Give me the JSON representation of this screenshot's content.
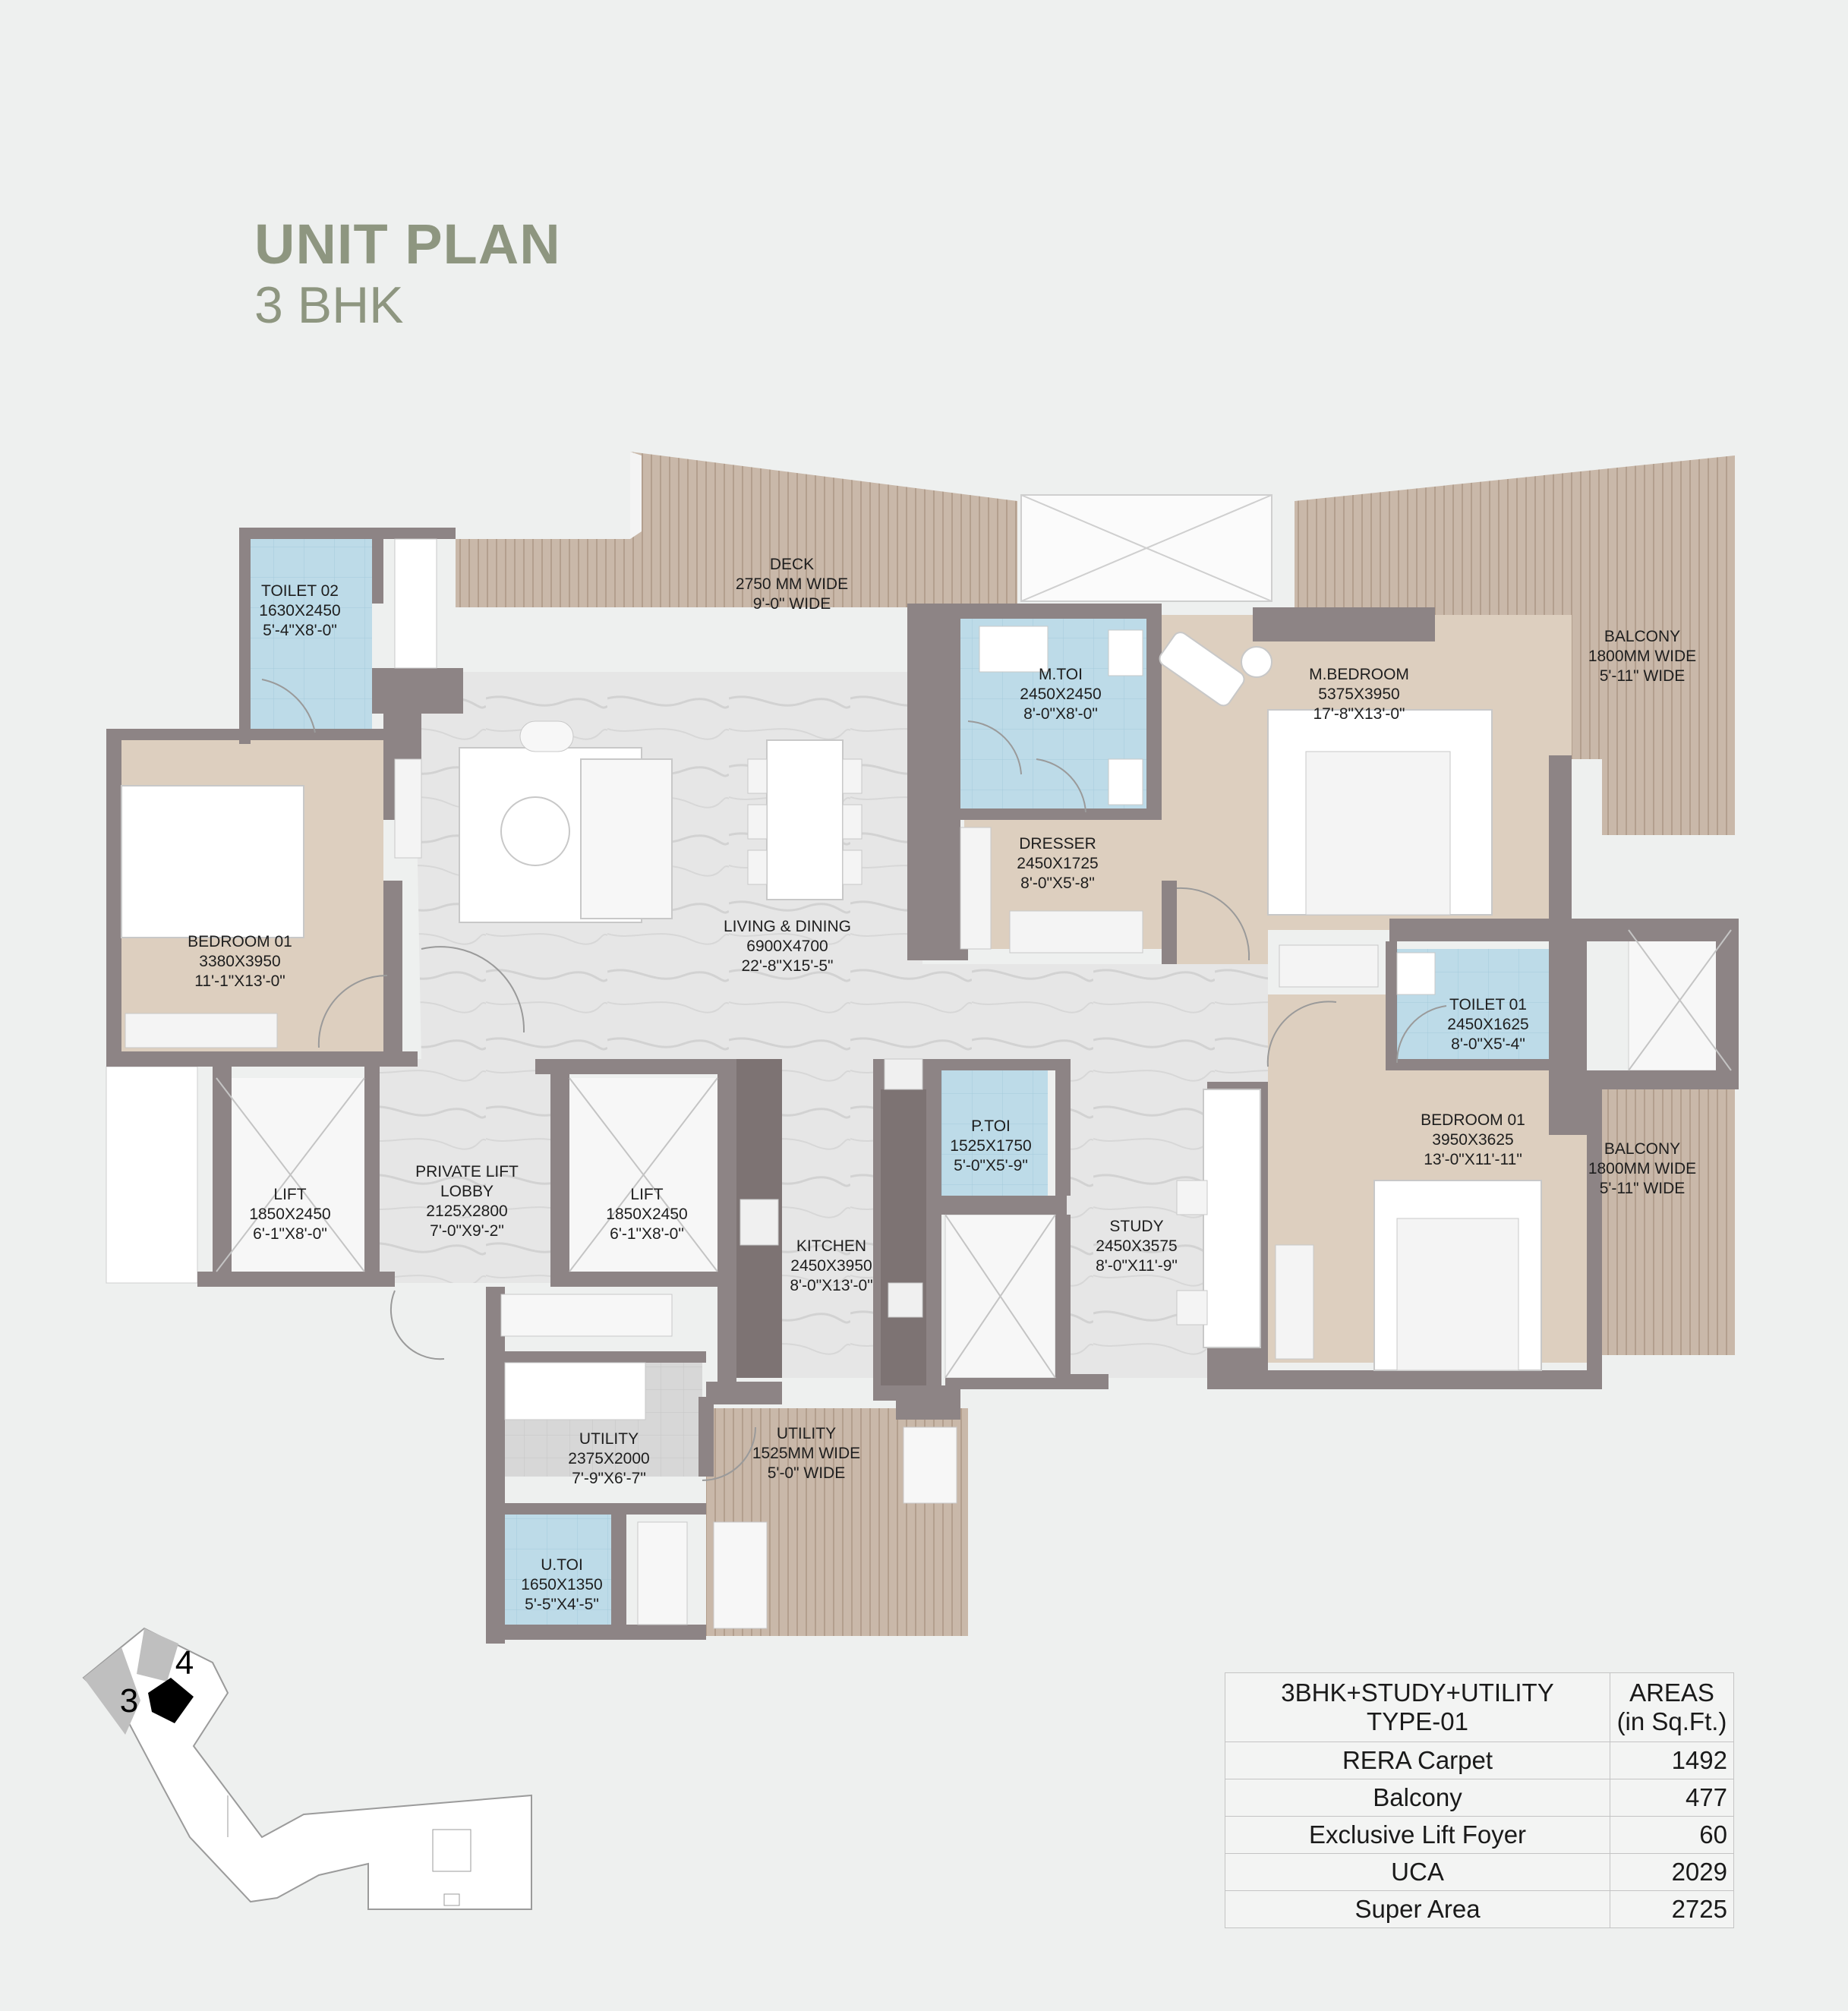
{
  "header": {
    "title": "UNIT PLAN",
    "subtitle": "3 BHK"
  },
  "rooms": {
    "toilet02": [
      "TOILET 02",
      "1630X2450",
      "5'-4\"X8'-0\""
    ],
    "deck": [
      "DECK",
      "2750 MM WIDE",
      "9'-0\" WIDE"
    ],
    "mtoi": [
      "M.TOI",
      "2450X2450",
      "8'-0\"X8'-0\""
    ],
    "mbedroom": [
      "M.BEDROOM",
      "5375X3950",
      "17'-8\"X13'-0\""
    ],
    "balcony_top": [
      "BALCONY",
      "1800MM WIDE",
      "5'-11\" WIDE"
    ],
    "dresser": [
      "DRESSER",
      "2450X1725",
      "8'-0\"X5'-8\""
    ],
    "living": [
      "LIVING & DINING",
      "6900X4700",
      "22'-8\"X15'-5\""
    ],
    "bedroom01_left": [
      "BEDROOM 01",
      "3380X3950",
      "11'-1\"X13'-0\""
    ],
    "toilet01": [
      "TOILET 01",
      "2450X1625",
      "8'-0\"X5'-4\""
    ],
    "bedroom01_right": [
      "BEDROOM 01",
      "3950X3625",
      "13'-0\"X11'-11\""
    ],
    "balcony_right": [
      "BALCONY",
      "1800MM WIDE",
      "5'-11\" WIDE"
    ],
    "ptoi": [
      "P.TOI",
      "1525X1750",
      "5'-0\"X5'-9\""
    ],
    "lift_left": [
      "LIFT",
      "1850X2450",
      "6'-1\"X8'-0\""
    ],
    "lobby": [
      "PRIVATE LIFT",
      "LOBBY",
      "2125X2800",
      "7'-0\"X9'-2\""
    ],
    "lift_right": [
      "LIFT",
      "1850X2450",
      "6'-1\"X8'-0\""
    ],
    "kitchen": [
      "KITCHEN",
      "2450X3950",
      "8'-0\"X13'-0\""
    ],
    "study": [
      "STUDY",
      "2450X3575",
      "8'-0\"X11'-9\""
    ],
    "utility": [
      "UTILITY",
      "2375X2000",
      "7'-9\"X6'-7\""
    ],
    "utility_balcony": [
      "UTILITY",
      "1525MM WIDE",
      "5'-0\" WIDE"
    ],
    "utoi": [
      "U.TOI",
      "1650X1350",
      "5'-5\"X4'-5\""
    ]
  },
  "key_plan": {
    "labels": [
      "3",
      "4"
    ]
  },
  "area_table": {
    "heading_left": [
      "3BHK+STUDY+UTILITY",
      "TYPE-01"
    ],
    "heading_right": [
      "AREAS",
      "(in Sq.Ft.)"
    ],
    "rows": [
      {
        "label": "RERA Carpet",
        "value": "1492"
      },
      {
        "label": "Balcony",
        "value": "477"
      },
      {
        "label": "Exclusive Lift Foyer",
        "value": "60"
      },
      {
        "label": "UCA",
        "value": "2029"
      },
      {
        "label": "Super Area",
        "value": "2725"
      }
    ]
  },
  "colors": {
    "background": "#eef0ef",
    "title": "#8e9680",
    "wall": "#8d8485",
    "wood_floor": "#ddcfbf",
    "deck": "#c7b5a6",
    "tile_blue": "#bcdbe8",
    "marble": "#e4e4e4",
    "lift": "#f7f7f7"
  }
}
